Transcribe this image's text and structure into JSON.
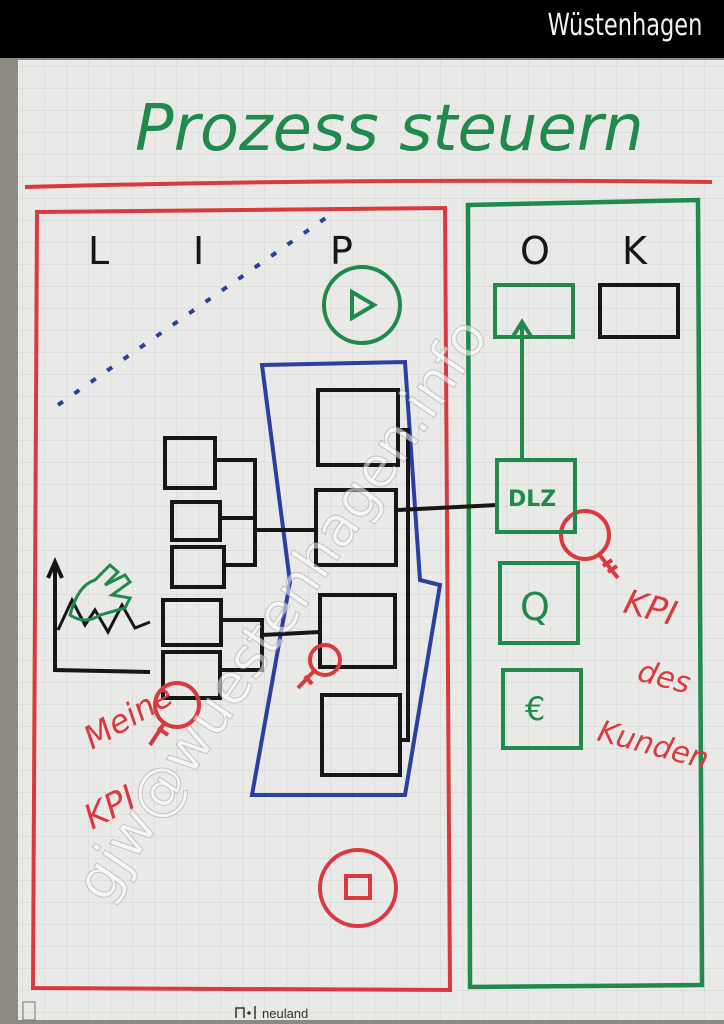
{
  "brand": "Wüstenhagen",
  "title": "Prozess steuern",
  "columns": {
    "l": "L",
    "i": "I",
    "p": "P",
    "o": "O",
    "k": "K"
  },
  "boxes": {
    "dlz": "DLZ",
    "quality": "Q",
    "euro": "€"
  },
  "annotations": {
    "kpi_customer": [
      "KPI",
      "des",
      "Kunden"
    ],
    "kpi_mine": [
      "Meine",
      "KPI"
    ]
  },
  "watermark": "gjw@wuestenhagen.info",
  "footer_logo": "neuland",
  "colors": {
    "green": "#1f8a4c",
    "red": "#d93a3e",
    "blue": "#2b3fa0",
    "black": "#161616",
    "paper": "#e9e9e7"
  }
}
